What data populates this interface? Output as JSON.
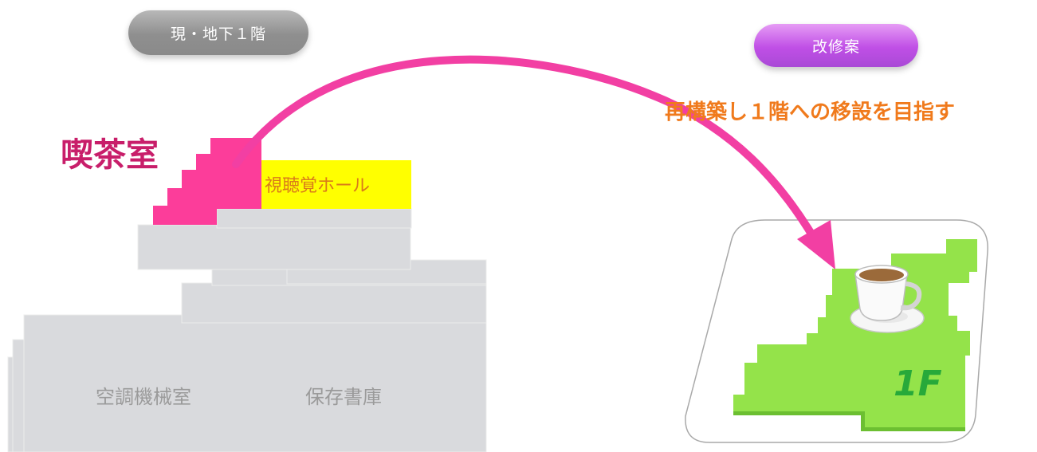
{
  "left_panel": {
    "pill": "現・地下１階",
    "cafe_label": "喫茶室",
    "av_hall": "視聴覚ホール",
    "rooms": [
      "空調機械室",
      "保存書庫"
    ]
  },
  "right_panel": {
    "pill": "改修案",
    "subtitle": "再構築し１階への移設を目指す",
    "floor": "1F"
  },
  "colors": {
    "cafe": "#fc3d9a",
    "av_hall": "#ffff00",
    "rooms": "#dcdde0",
    "floor": "#94e34a",
    "arrow": "#f23fa3",
    "plan_pill": "#c04fe6"
  },
  "icons": [
    "coffee-cup-icon",
    "arrow-icon"
  ]
}
